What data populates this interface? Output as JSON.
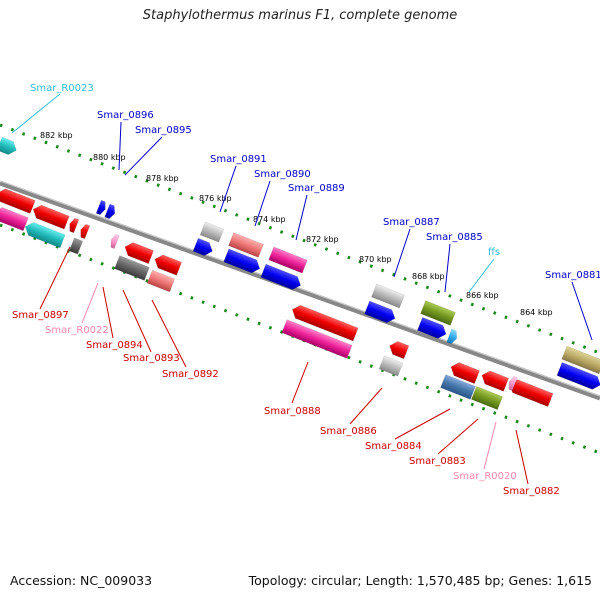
{
  "title": "Staphylothermus marinus F1, complete genome",
  "footer": {
    "accession": "Accession: NC_009033",
    "topology": "Topology: circular; Length: 1,570,485 bp; Genes: 1,615"
  },
  "colors": {
    "backbone": "#888888",
    "tick": "#1a8a1a",
    "forward_label": "#0000cc",
    "reverse_label": "#cc0000",
    "rna_forward": "#33bbdd",
    "rna_reverse": "#ff88aa"
  },
  "ruler_labels": [
    "882 kbp",
    "880 kbp",
    "878 kbp",
    "876 kbp",
    "874 kbp",
    "872 kbp",
    "870 kbp",
    "868 kbp",
    "866 kbp",
    "864 kbp"
  ],
  "gene_labels": {
    "forward": [
      "Smar_0896",
      "Smar_0895",
      "Smar_0891",
      "Smar_0890",
      "Smar_0889",
      "Smar_0887",
      "Smar_0885",
      "Smar_0881"
    ],
    "forward_rna": [
      "Smar_R0023",
      "ffs"
    ],
    "reverse": [
      "Smar_0897",
      "Smar_0894",
      "Smar_0893",
      "Smar_0892",
      "Smar_0888",
      "Smar_0886",
      "Smar_0884",
      "Smar_0883",
      "Smar_0882"
    ],
    "reverse_rna": [
      "Smar_R0022",
      "Smar_R0020"
    ]
  }
}
